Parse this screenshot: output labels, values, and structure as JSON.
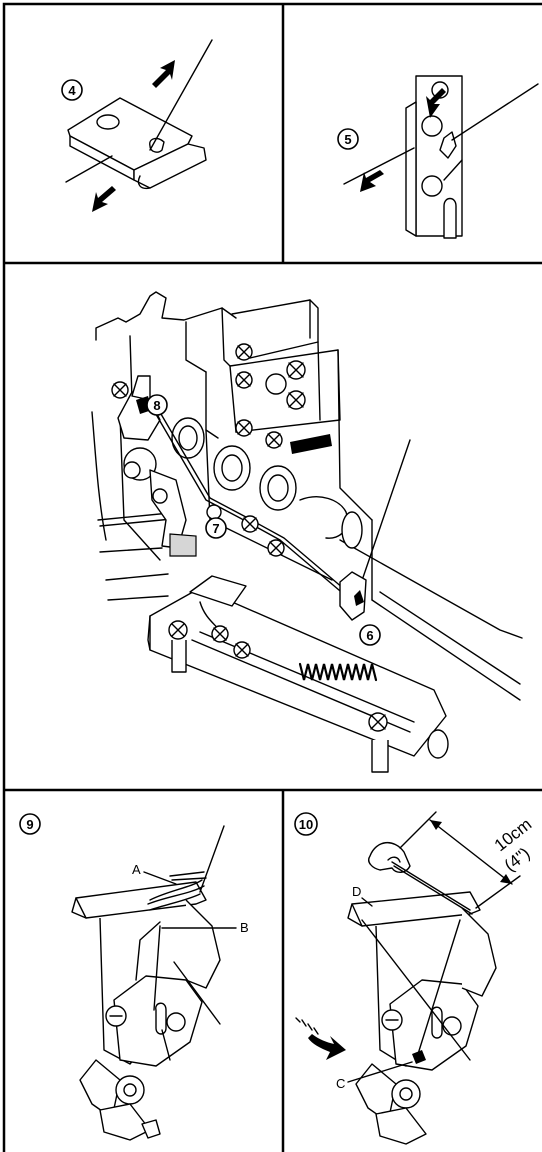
{
  "panels": {
    "step4": {
      "number": "4"
    },
    "step5": {
      "number": "5"
    },
    "main": {
      "markers": [
        "6",
        "7",
        "8"
      ]
    },
    "step9": {
      "number": "9",
      "labels": {
        "a": "A",
        "b": "B"
      }
    },
    "step10": {
      "number": "10",
      "labels": {
        "c": "C",
        "d": "D"
      },
      "dimension_metric": "10cm",
      "dimension_imperial": "(4\")"
    }
  }
}
